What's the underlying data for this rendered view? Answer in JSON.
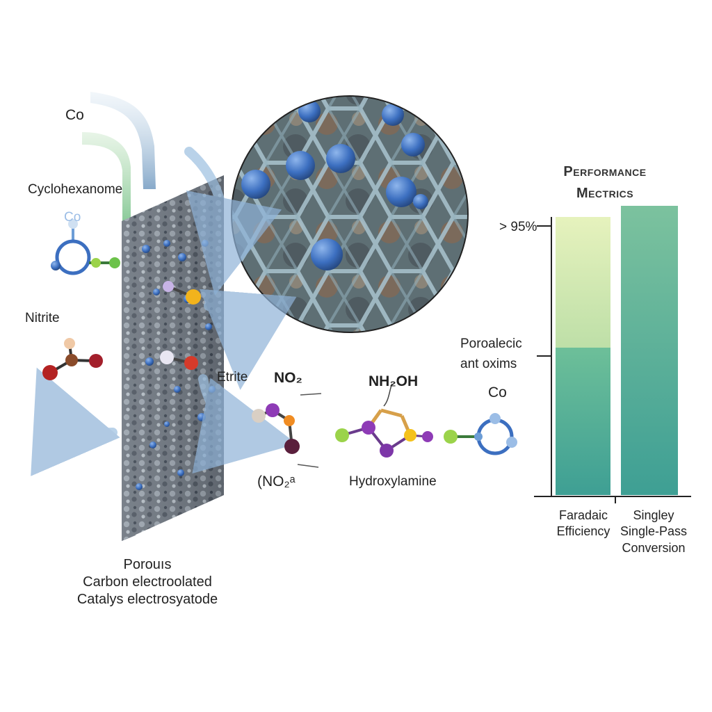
{
  "labels": {
    "co_top": "Co",
    "cyclohexanone": "Cyclohexanome",
    "co_small_left": "Co",
    "nitrite_left": "Nitrite",
    "etrite_mid": "Etrite",
    "no2_top": "NO₂",
    "no2_bottom": "(NO₂ᵃ",
    "nh2oh": "NH₂OH",
    "hydroxylamine": "Hydroxylamine",
    "co_right": "Co",
    "porous_lines": [
      "Porouıs",
      "Carbon electroolated",
      "Catalys electrosyatode"
    ]
  },
  "chart_data": {
    "type": "bar",
    "title_lines": [
      "Performance",
      "Mectrics"
    ],
    "categories": [
      [
        "Faradaic",
        "Efficiency"
      ],
      [
        "Singley",
        "Single-Pass",
        "Conversion"
      ]
    ],
    "tick_labels": [
      "> 95%",
      "Poroalecic",
      "ant oxims"
    ],
    "colors": {
      "bar_top": "#e6f2bd",
      "bar_mid": "#7cc29e",
      "bar_bottom": "#3e9f94"
    }
  }
}
